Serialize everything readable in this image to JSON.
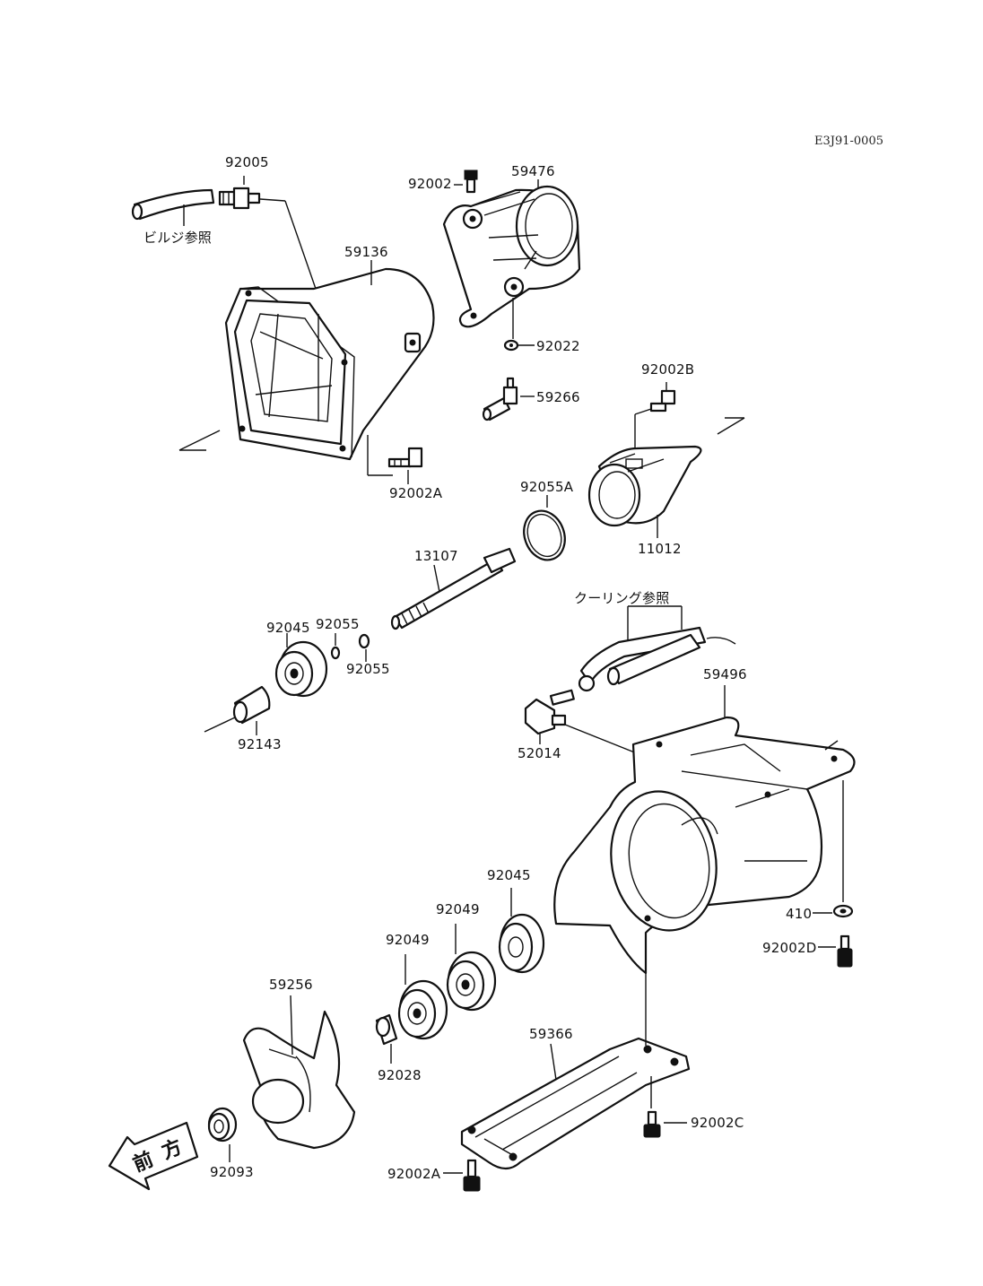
{
  "diagram_code": "E3J91-0005",
  "forward_label": [
    "前",
    "方"
  ],
  "labels": {
    "p92005": "92005",
    "bilge_ref": "ビルジ参照",
    "p92002": "92002",
    "p59476": "59476",
    "p59136": "59136",
    "p92022": "92022",
    "p59266": "59266",
    "p92002B": "92002B",
    "p92002A_top": "92002A",
    "p92055A": "92055A",
    "p11012": "11012",
    "p13107": "13107",
    "cooling_ref": "クーリング参照",
    "p92045_top": "92045",
    "p92055_a": "92055",
    "p92055_b": "92055",
    "p92143": "92143",
    "p59496": "59496",
    "p52014": "52014",
    "p92045_low": "92045",
    "p92049_a": "92049",
    "p92049_b": "92049",
    "p410": "410",
    "p92002D": "92002D",
    "p59256": "59256",
    "p92028": "92028",
    "p59366": "59366",
    "p92002C": "92002C",
    "p92093": "92093",
    "p92002A_bot": "92002A"
  }
}
